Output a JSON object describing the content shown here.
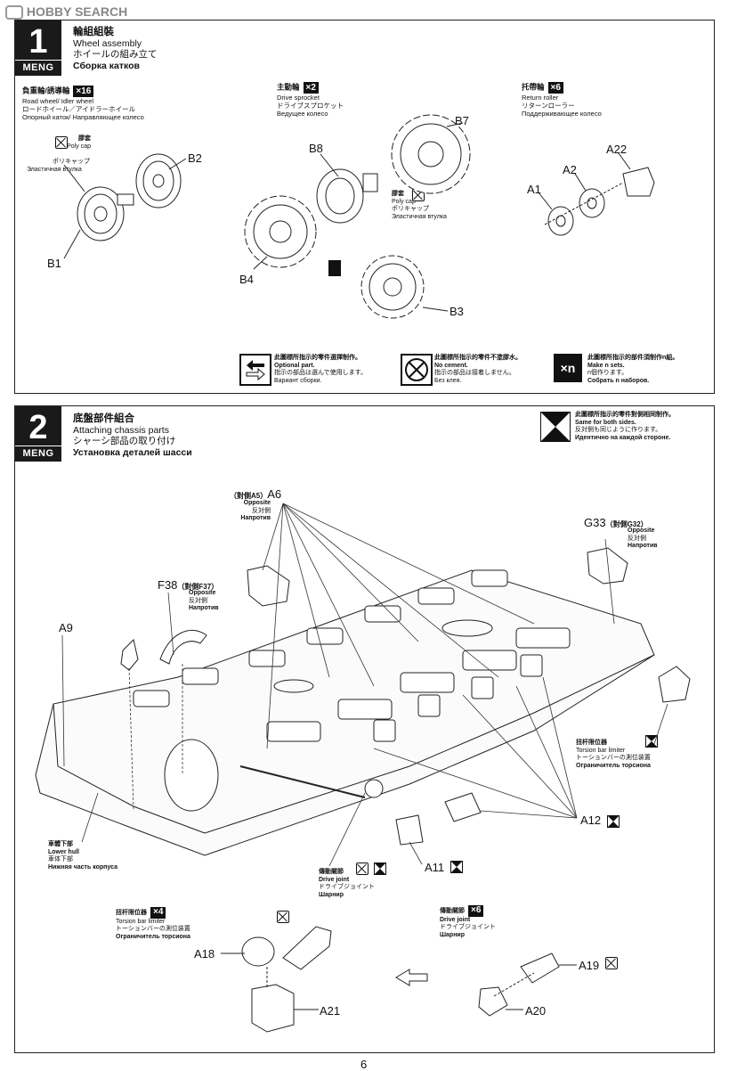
{
  "watermark": "HOBBY SEARCH",
  "page_number": "6",
  "brand": "MENG",
  "step1": {
    "number": "1",
    "title_zh": "輪組組裝",
    "title_en": "Wheel assembly",
    "title_ja": "ホイールの組み立て",
    "title_ru": "Сборка катков",
    "road_wheel": {
      "zh": "負重輪/誘導輪",
      "en": "Road wheel/ Idler wheel",
      "ja": "ロードホイール／アイドラーホイール",
      "ru": "Опорный каток/ Направляющее колесо",
      "qty": "×16"
    },
    "drive_sprocket": {
      "zh": "主動輪",
      "en": "Drive sprocket",
      "ja": "ドライブスプロケット",
      "ru": "Ведущее колесо",
      "qty": "×2"
    },
    "return_roller": {
      "zh": "托帶輪",
      "en": "Return roller",
      "ja": "リターンローラー",
      "ru": "Поддерживающее колесо",
      "qty": "×6"
    },
    "poly_cap_1": {
      "zh": "膠套",
      "en": "Poly cap",
      "ja": "ポリキャップ",
      "ru": "Эластичная втулка"
    },
    "poly_cap_2": {
      "zh": "膠套",
      "en": "Poly cap",
      "ja": "ポリキャップ",
      "ru": "Эластичная втулка"
    },
    "labels": {
      "b1": "B1",
      "b2": "B2",
      "b3": "B3",
      "b4": "B4",
      "b7": "B7",
      "b8": "B8",
      "a1": "A1",
      "a2": "A2",
      "a22": "A22"
    },
    "legend": [
      {
        "zh": "此圖標所指示的零件選擇制作。",
        "en": "Optional part.",
        "ja": "指示の部品は選んで使用します。",
        "ru": "Вариант сборки."
      },
      {
        "zh": "此圖標所指示的零件不塗膠水。",
        "en": "No cement.",
        "ja": "指示の部品は接着しません。",
        "ru": "Без клея."
      },
      {
        "zh": "此圖標所指示的部件須制作n組。",
        "en": "Make n sets.",
        "ja": "n個作ります。",
        "ru": "Собрать n наборов.",
        "icon": "×n"
      }
    ]
  },
  "step2": {
    "number": "2",
    "title_zh": "底盤部件組合",
    "title_en": "Attaching chassis parts",
    "title_ja": "シャーシ部品の取り付け",
    "title_ru": "Установка деталей шасси",
    "same_note": {
      "zh": "此圖標所指示的零件對側相同制作。",
      "en": "Same for both sides.",
      "ja": "反対側も同じように作ります。",
      "ru": "Идентично на каждой стороне."
    },
    "a6": {
      "paren": "（對側A5）",
      "label": "A6",
      "en": "Opposite",
      "ja": "反対側",
      "ru": "Напротив"
    },
    "g33": {
      "label": "G33",
      "paren": "（對側G32）",
      "en": "Opposite",
      "ja": "反対側",
      "ru": "Напротив"
    },
    "f38": {
      "label": "F38",
      "paren": "（對側F37）",
      "en": "Opposite",
      "ja": "反対側",
      "ru": "Напротив"
    },
    "labels": {
      "a9": "A9",
      "a12": "A12",
      "a11": "A11",
      "a18": "A18",
      "a21": "A21",
      "a19": "A19",
      "a20": "A20"
    },
    "lower_hull": {
      "zh": "車體下部",
      "en": "Lower hull",
      "ja": "車体下部",
      "ru": "Нижняя часть корпуса"
    },
    "torsion_1": {
      "zh": "扭杆限位器",
      "en": "Torsion bar limiter",
      "ja": "トーションバーの測位装置",
      "ru": "Ограничитель торсиона"
    },
    "torsion_2": {
      "zh": "扭杆限位器",
      "en": "Torsion bar limiter",
      "ja": "トーションバーの測位装置",
      "ru": "Ограничитель торсиона",
      "qty": "×4"
    },
    "drive_joint_1": {
      "zh": "傳動關節",
      "en": "Drive joint",
      "ja": "ドライブジョイント",
      "ru": "Шарнир"
    },
    "drive_joint_2": {
      "zh": "傳動關節",
      "en": "Drive joint",
      "ja": "ドライブジョイント",
      "ru": "Шарнир",
      "qty": "×6"
    }
  }
}
